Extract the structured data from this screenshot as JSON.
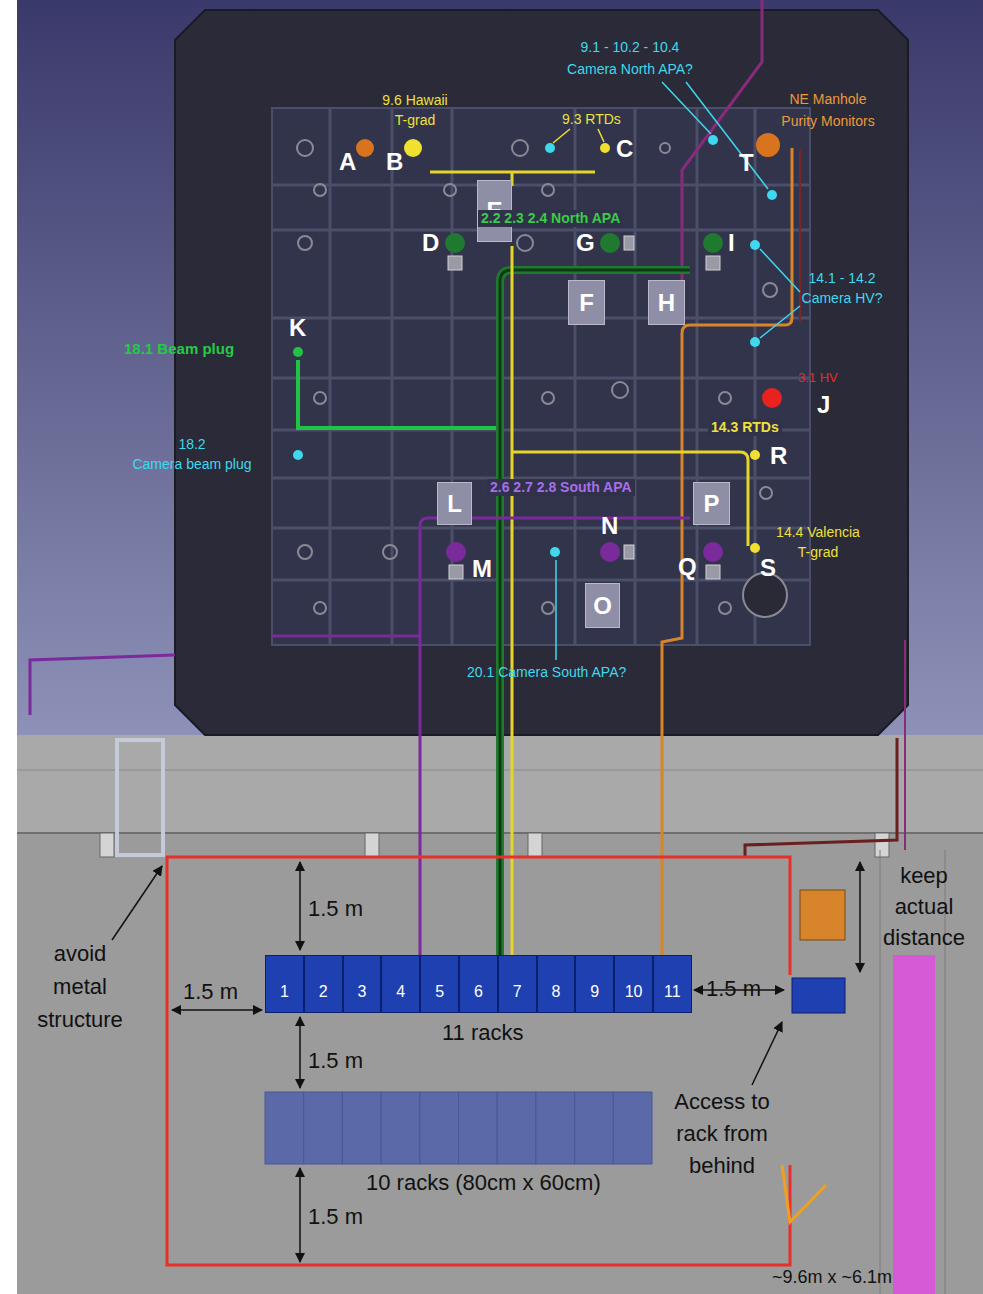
{
  "diagram": {
    "nodes": [
      {
        "text": [
          "E"
        ]
      },
      {
        "text": [
          "F"
        ]
      },
      {
        "text": [
          "H"
        ]
      },
      {
        "text": [
          "L"
        ]
      },
      {
        "text": [
          "P"
        ]
      },
      {
        "text": [
          "O"
        ]
      },
      {
        "text": [
          "1"
        ]
      },
      {
        "text": [
          "2"
        ]
      },
      {
        "text": [
          "3"
        ]
      },
      {
        "text": [
          "4"
        ]
      },
      {
        "text": [
          "5"
        ]
      },
      {
        "text": [
          "6"
        ]
      },
      {
        "text": [
          "7"
        ]
      },
      {
        "text": [
          "8"
        ]
      },
      {
        "text": [
          "9"
        ]
      },
      {
        "text": [
          "10"
        ]
      },
      {
        "text": [
          "11"
        ]
      }
    ],
    "labels": [
      "9.1 - 10.2 - 10.4 Camera North APA?",
      "9.6 Hawaii T-grad",
      "NE Manhole Purity Monitors",
      "9.3 RTDs",
      "A",
      "B",
      "C",
      "T",
      "2.2 2.3 2.4 North APA",
      "D",
      "G",
      "I",
      "14.1 - 14.2 Camera HV?",
      "K",
      "18.1 Beam plug",
      "3.1 HV",
      "J",
      "18.2 Camera beam plug",
      "14.3 RTDs",
      "R",
      "2.6 2.7 2.8 South APA",
      "N",
      "M",
      "Q",
      "S",
      "14.4 Valencia T-grad",
      "20.1 Camera South APA?",
      "1.5 m",
      "1.5 m",
      "1.5 m",
      "1.5 m",
      "11 racks",
      "1.5 m",
      "10 racks (80cm x 60cm)",
      "avoid metal structure",
      "keep actual distance",
      "Access to rack from behind",
      "~9.6m x ~6.1m"
    ]
  }
}
